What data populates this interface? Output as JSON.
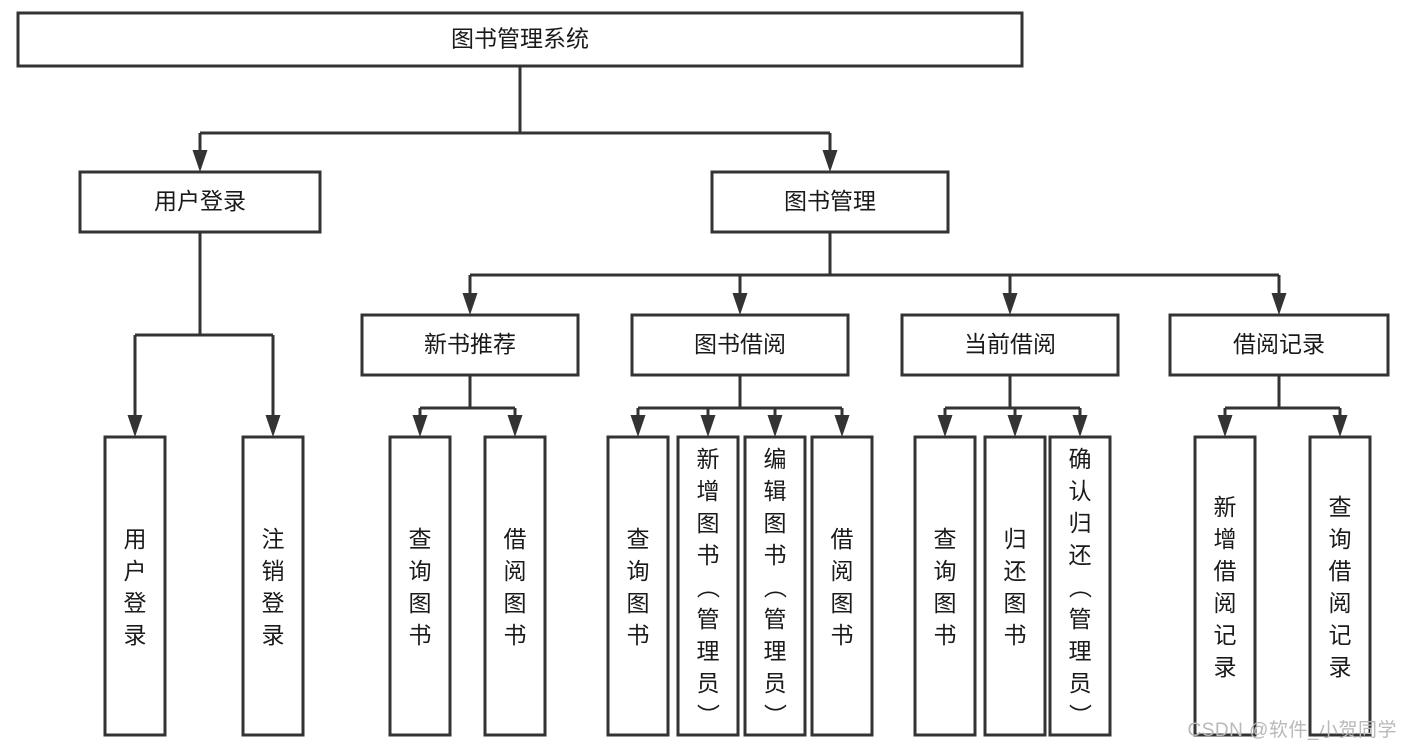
{
  "diagram": {
    "title": "图书管理系统",
    "type": "tree-hierarchy-chart",
    "colors": {
      "box_stroke": "#333333",
      "box_fill": "#ffffff",
      "line": "#333333",
      "text": "#1a1a1a",
      "background": "#ffffff",
      "watermark": "#b9b9b9"
    },
    "nodes": {
      "root": {
        "label": "图书管理系统",
        "level": 1,
        "orientation": "horizontal"
      },
      "user_login": {
        "label": "用户登录",
        "level": 2,
        "orientation": "horizontal"
      },
      "book_manage": {
        "label": "图书管理",
        "level": 2,
        "orientation": "horizontal"
      },
      "new_book_rec": {
        "label": "新书推荐",
        "level": 3,
        "orientation": "horizontal"
      },
      "book_borrow": {
        "label": "图书借阅",
        "level": 3,
        "orientation": "horizontal"
      },
      "current_borrow": {
        "label": "当前借阅",
        "level": 3,
        "orientation": "horizontal"
      },
      "borrow_record": {
        "label": "借阅记录",
        "level": 3,
        "orientation": "horizontal"
      },
      "leaf_user_login": {
        "label": "用户登录",
        "level": 3,
        "orientation": "vertical"
      },
      "leaf_logout": {
        "label": "注销登录",
        "level": 3,
        "orientation": "vertical"
      },
      "leaf_query_book_1": {
        "label": "查询图书",
        "level": 4,
        "orientation": "vertical"
      },
      "leaf_borrow_book_1": {
        "label": "借阅图书",
        "level": 4,
        "orientation": "vertical"
      },
      "leaf_query_book_2": {
        "label": "查询图书",
        "level": 4,
        "orientation": "vertical"
      },
      "leaf_add_book": {
        "label": "新增图书（管理员）",
        "level": 4,
        "orientation": "vertical"
      },
      "leaf_edit_book": {
        "label": "编辑图书（管理员）",
        "level": 4,
        "orientation": "vertical"
      },
      "leaf_borrow_book_2": {
        "label": "借阅图书",
        "level": 4,
        "orientation": "vertical"
      },
      "leaf_query_book_3": {
        "label": "查询图书",
        "level": 4,
        "orientation": "vertical"
      },
      "leaf_return_book": {
        "label": "归还图书",
        "level": 4,
        "orientation": "vertical"
      },
      "leaf_confirm_return": {
        "label": "确认归还（管理员）",
        "level": 4,
        "orientation": "vertical"
      },
      "leaf_add_record": {
        "label": "新增借阅记录",
        "level": 4,
        "orientation": "vertical"
      },
      "leaf_query_record": {
        "label": "查询借阅记录",
        "level": 4,
        "orientation": "vertical"
      }
    },
    "edges": [
      {
        "from": "root",
        "to": "user_login"
      },
      {
        "from": "root",
        "to": "book_manage"
      },
      {
        "from": "user_login",
        "to": "leaf_user_login"
      },
      {
        "from": "user_login",
        "to": "leaf_logout"
      },
      {
        "from": "book_manage",
        "to": "new_book_rec"
      },
      {
        "from": "book_manage",
        "to": "book_borrow"
      },
      {
        "from": "book_manage",
        "to": "current_borrow"
      },
      {
        "from": "book_manage",
        "to": "borrow_record"
      },
      {
        "from": "new_book_rec",
        "to": "leaf_query_book_1"
      },
      {
        "from": "new_book_rec",
        "to": "leaf_borrow_book_1"
      },
      {
        "from": "book_borrow",
        "to": "leaf_query_book_2"
      },
      {
        "from": "book_borrow",
        "to": "leaf_add_book"
      },
      {
        "from": "book_borrow",
        "to": "leaf_edit_book"
      },
      {
        "from": "book_borrow",
        "to": "leaf_borrow_book_2"
      },
      {
        "from": "current_borrow",
        "to": "leaf_query_book_3"
      },
      {
        "from": "current_borrow",
        "to": "leaf_return_book"
      },
      {
        "from": "current_borrow",
        "to": "leaf_confirm_return"
      },
      {
        "from": "borrow_record",
        "to": "leaf_add_record"
      },
      {
        "from": "borrow_record",
        "to": "leaf_query_record"
      }
    ]
  },
  "watermark": {
    "text": "CSDN @软件_小贺同学"
  }
}
